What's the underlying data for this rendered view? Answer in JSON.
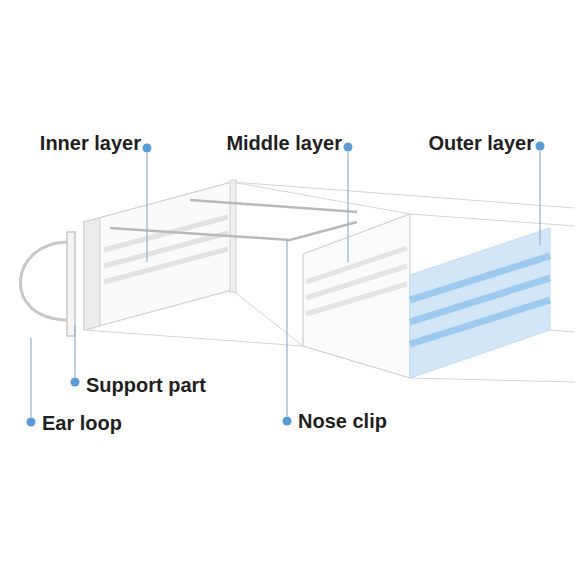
{
  "diagram": {
    "labels": [
      "Inner layer",
      "Middle layer",
      "Outer layer",
      "Support part",
      "Ear loop",
      "Nose clip"
    ]
  }
}
